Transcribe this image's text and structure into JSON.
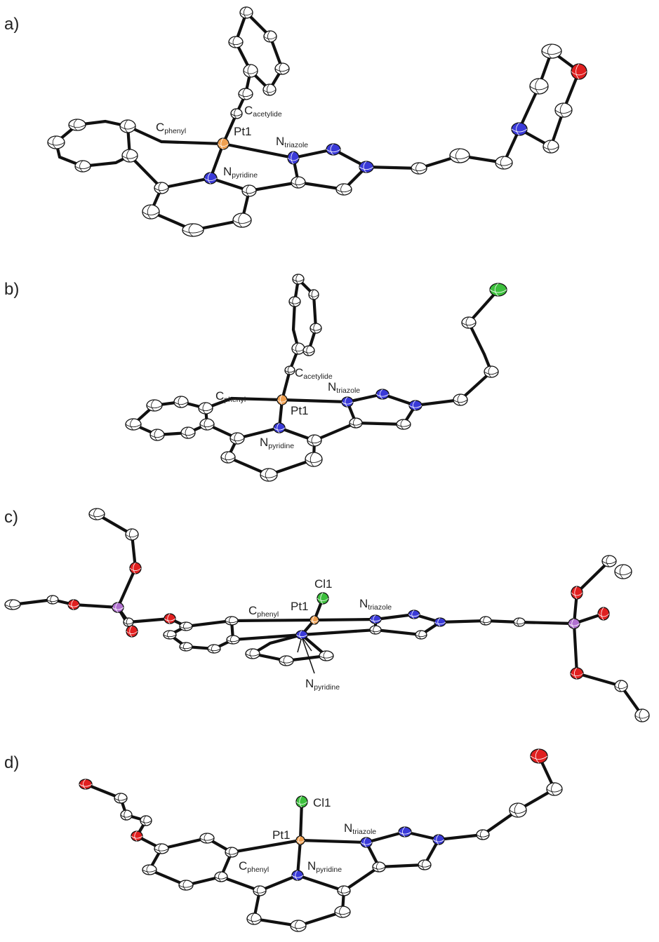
{
  "colors": {
    "C": "#ffffff",
    "N": "#3a3ad8",
    "O": "#e02020",
    "Pt": "#f0a050",
    "Cl": "#3dbf3d",
    "P": "#b070d0",
    "bond": "#111111"
  },
  "panels": [
    {
      "id": "a",
      "label": "a)",
      "atom_labels": {
        "pt": "Pt1",
        "c_phenyl": {
          "main": "C",
          "sub": "phenyl"
        },
        "c_acetylide": {
          "main": "C",
          "sub": "acetylide"
        },
        "n_triazole": {
          "main": "N",
          "sub": "triazole"
        },
        "n_pyridine": {
          "main": "N",
          "sub": "pyridine"
        }
      }
    },
    {
      "id": "b",
      "label": "b)",
      "atom_labels": {
        "pt": "Pt1",
        "c_phenyl": {
          "main": "C",
          "sub": "phenyl"
        },
        "c_acetylide": {
          "main": "C",
          "sub": "acetylide"
        },
        "n_triazole": {
          "main": "N",
          "sub": "triazole"
        },
        "n_pyridine": {
          "main": "N",
          "sub": "pyridine"
        }
      }
    },
    {
      "id": "c",
      "label": "c)",
      "atom_labels": {
        "pt": "Pt1",
        "cl": "Cl1",
        "c_phenyl": {
          "main": "C",
          "sub": "phenyl"
        },
        "n_triazole": {
          "main": "N",
          "sub": "triazole"
        },
        "n_pyridine": {
          "main": "N",
          "sub": "pyridine"
        }
      }
    },
    {
      "id": "d",
      "label": "d)",
      "atom_labels": {
        "pt": "Pt1",
        "cl": "Cl1",
        "c_phenyl": {
          "main": "C",
          "sub": "phenyl"
        },
        "n_triazole": {
          "main": "N",
          "sub": "triazole"
        },
        "n_pyridine": {
          "main": "N",
          "sub": "pyridine"
        }
      }
    }
  ]
}
